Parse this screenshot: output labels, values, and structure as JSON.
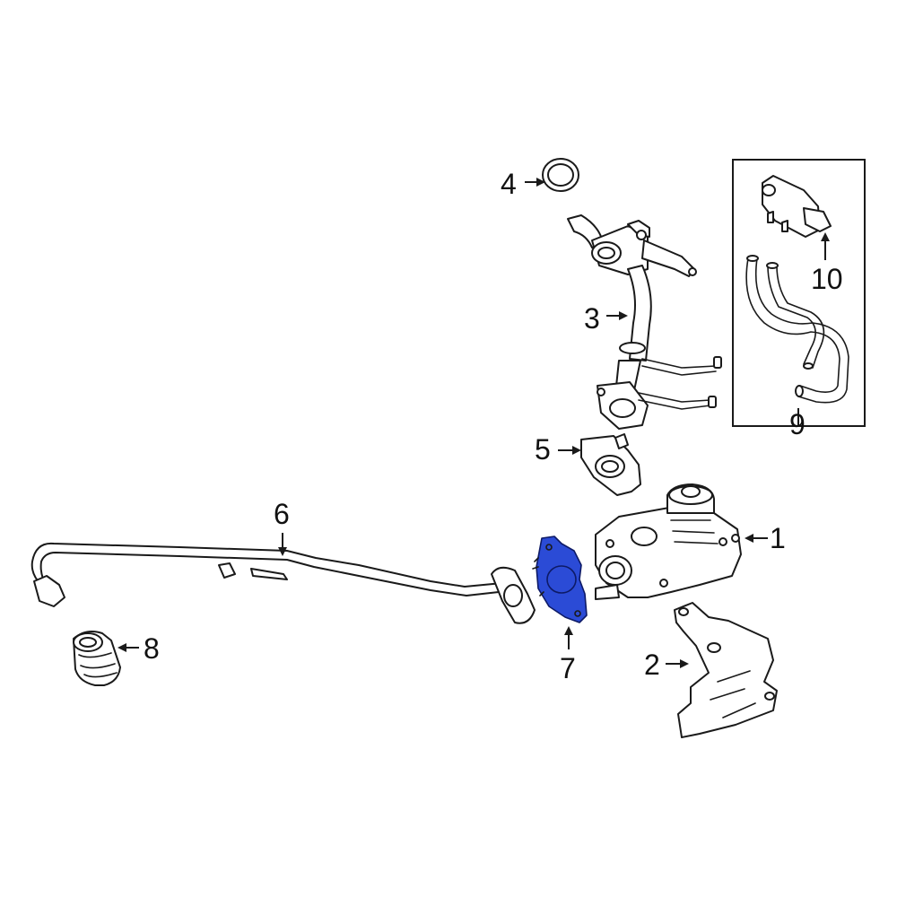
{
  "callouts": {
    "p1": "1",
    "p2": "2",
    "p3": "3",
    "p4": "4",
    "p5": "5",
    "p6": "6",
    "p7": "7",
    "p8": "8",
    "p9": "9",
    "p10": "10"
  },
  "colors": {
    "line": "#1a1a1a",
    "highlight_fill": "#2b4bd6",
    "highlight_stroke": "#0d1a66",
    "background": "#ffffff"
  },
  "highlighted_part": "7"
}
